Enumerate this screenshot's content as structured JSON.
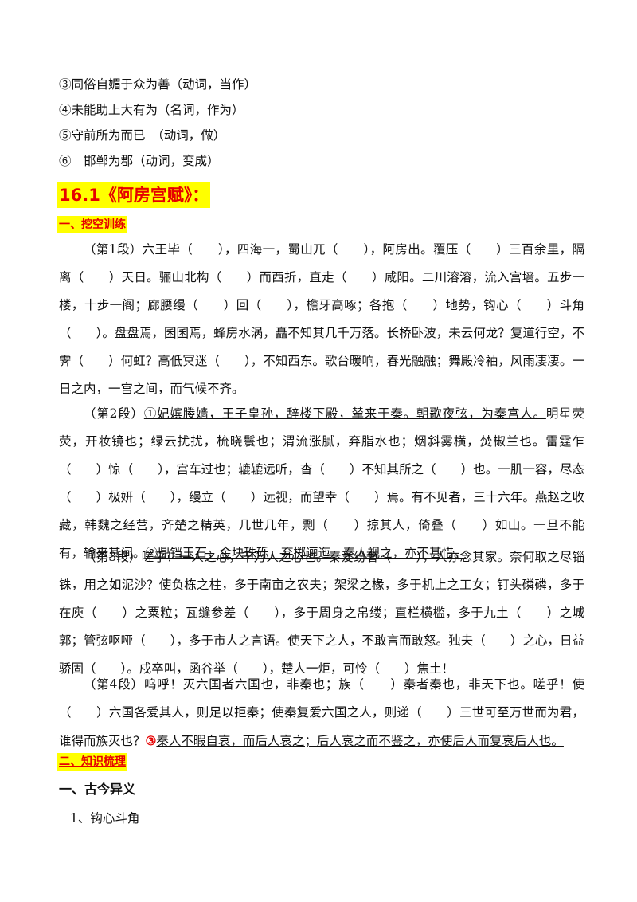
{
  "notes": [
    "③同俗自媚于众为善（动词，当作）",
    "④未能助上大有为（名词，作为）",
    "⑤守前所为而已　（动词，做）",
    "⑥　邯郸为郡（动词，变成）"
  ],
  "title": "16.1《阿房宫赋》：",
  "section1": "一、挖空训练",
  "para1": "（第1段）六王毕（　　），四海一，蜀山兀（　　），阿房出。覆压（　　）三百余里，隔离（　　）天日。骊山北构（　　）而西折，直走（　　）咸阳。二川溶溶，流入宫墙。五步一楼，十步一阁；廊腰缦（　　）回（　　），檐牙高啄；各抱（　　）地势，钩心（　　）斗角（　　）。盘盘焉，囷囷焉，蜂房水涡，矗不知其几千万落。长桥卧波，未云何龙？复道行空，不霁（　　）何虹？高低冥迷（　　），不知西东。歌台暖响，春光融融；舞殿冷袖，风雨凄凄。一日之内，一宫之间，而气候不齐。",
  "para2_a": "（第2段）",
  "para2_b": "①妃嫔媵嫱，王子皇孙，辞楼下殿，辇来于秦。朝歌夜弦，为秦宫人。",
  "para2_c": "明星荧荧，开妆镜也；绿云扰扰，梳晓鬟也；渭流涨腻，弃脂水也；烟斜雾横，焚椒兰也。雷霆乍（　　）惊（　　），宫车过也；辘辘远听，杳（　　）不知其所之（　　）也。一肌一容，尽态（　　）极妍（　　），缦立（　　）远视，而望幸（　　）焉。有不见者，三十六年。燕赵之收藏，韩魏之经营，齐楚之精英，几世几年，剽（　　）掠其人，倚叠（　　）如山。一旦不能有，输来其间。",
  "para2_d": "②鼎铛玉石，金块珠砾，弃掷逦迤，秦人视之，亦不甚惜。",
  "para3": "（第3段）嗟乎！一人之心，千万人之心也。秦爱纷奢（　　），人亦念其家。奈何取之尽锱铢，用之如泥沙？使负栋之柱，多于南亩之农夫；架梁之椽，多于机上之工女；钉头磷磷，多于在庾（　　）之粟粒；瓦缝参差（　　），多于周身之帛缕；直栏横槛，多于九土（　　）之城郭；管弦呕哑（　　），多于市人之言语。使天下之人，不敢言而敢怒。独夫（　　）之心，日益骄固（　　）。戍卒叫，函谷举（　　），楚人一炬，可怜（　　）焦土！",
  "para4_a": "（第4段）呜呼！灭六国者六国也，非秦也；族（　　）秦者秦也，非天下也。嗟乎！使（　　）六国各爱其人，则足以拒秦；使秦复爱六国之人，则递（　　）三世可至万世而为君，谁得而族灭也？",
  "para4_b": "③",
  "para4_c": "秦人不暇自哀，而后人哀之；后人哀之而不鉴之，亦使后人而复哀后人也。",
  "section2": "二、知识梳理",
  "heading": "一、古今异义",
  "item": "1、钩心斗角"
}
